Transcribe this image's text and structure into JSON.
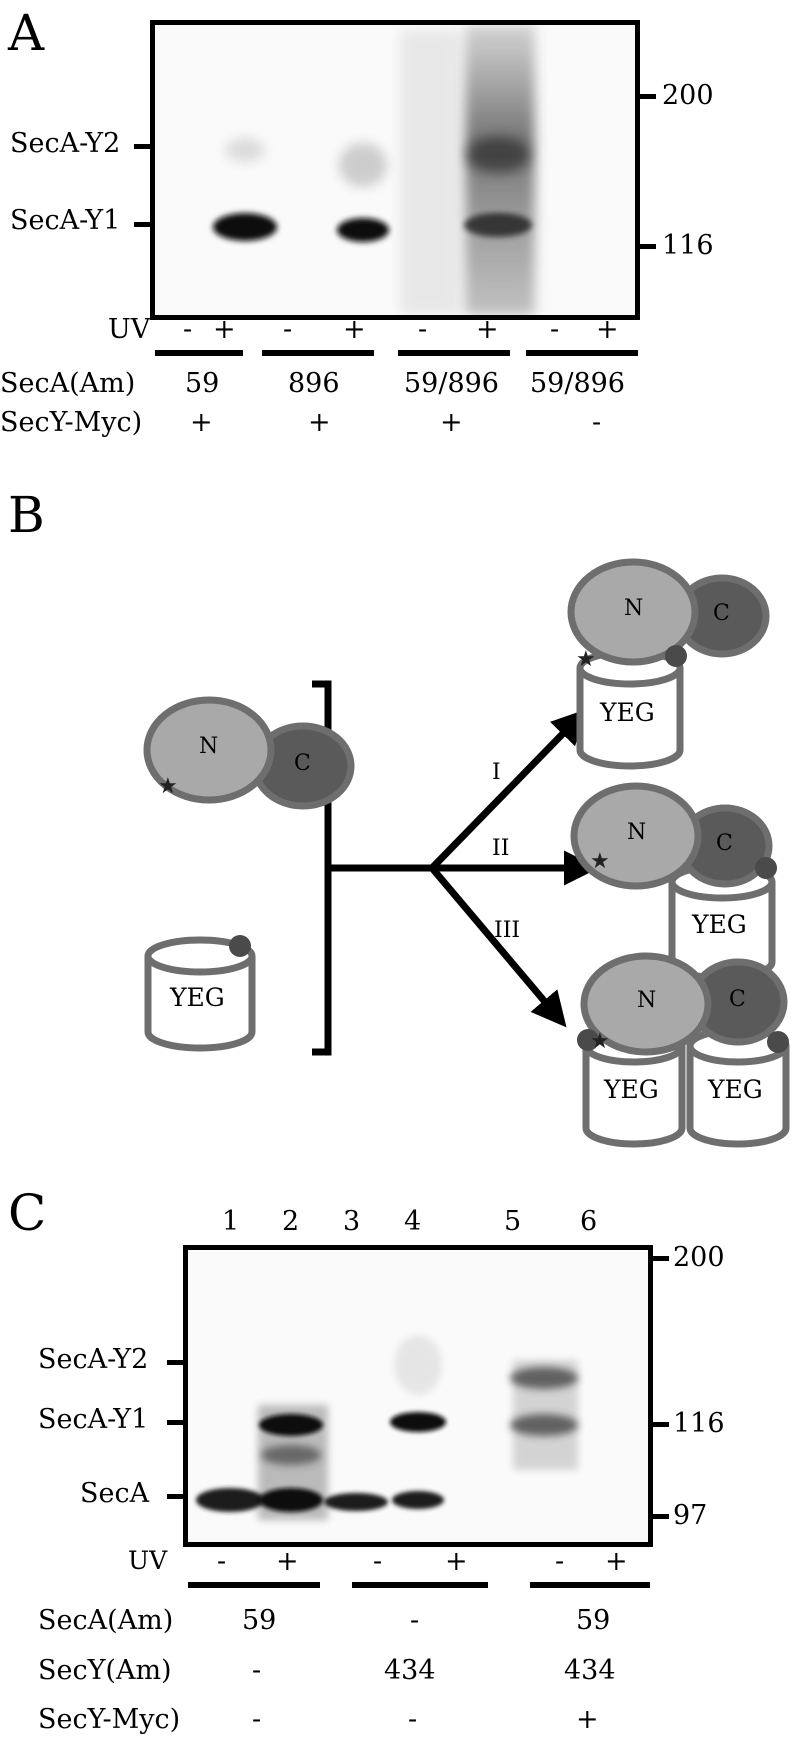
{
  "panelA": {
    "letter": "A",
    "markers": [
      "200",
      "116"
    ],
    "band_labels": [
      "SecA-Y2",
      "SecA-Y1"
    ],
    "uv_label": "UV",
    "uv_signs": [
      "-",
      "+",
      "-",
      "+",
      "-",
      "+",
      "-",
      "+"
    ],
    "row1_label": "SecA(Am)",
    "row1_values": [
      "59",
      "896",
      "59/896",
      "59/896"
    ],
    "row2_label": "SecY-Myc)",
    "row2_values": [
      "+",
      "+",
      "+",
      "-"
    ]
  },
  "panelB": {
    "letter": "B",
    "domain_n": "N",
    "domain_c": "C",
    "channel": "YEG",
    "routes": [
      "I",
      "II",
      "III"
    ],
    "colors": {
      "n_domain": "#a9a9a9",
      "c_domain": "#5a5a5a",
      "outline": "#6e6e6e"
    }
  },
  "panelC": {
    "letter": "C",
    "lane_numbers": [
      "1",
      "2",
      "3",
      "4",
      "5",
      "6"
    ],
    "markers": [
      "200",
      "116",
      "97"
    ],
    "band_labels": [
      "SecA-Y2",
      "SecA-Y1",
      "SecA"
    ],
    "uv_label": "UV",
    "uv_signs": [
      "-",
      "+",
      "-",
      "+",
      "-",
      "+"
    ],
    "row1_label": "SecA(Am)",
    "row1_values": [
      "59",
      "-",
      "59"
    ],
    "row2_label": "SecY(Am)",
    "row2_values": [
      "-",
      "434",
      "434"
    ],
    "row3_label": "SecY-Myc)",
    "row3_values": [
      "-",
      "-",
      "+"
    ]
  }
}
